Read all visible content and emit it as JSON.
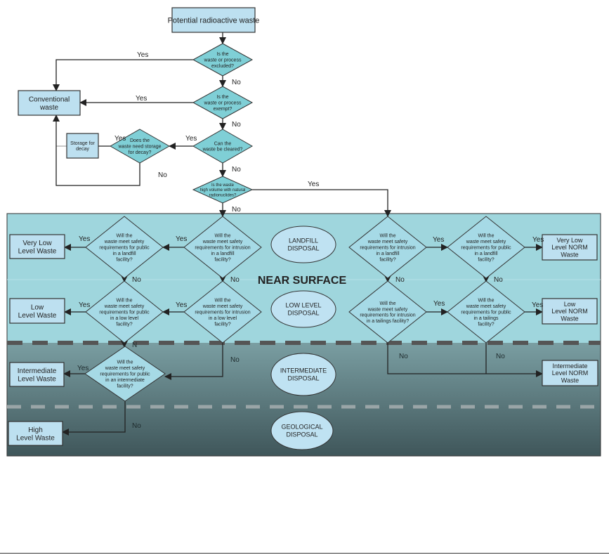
{
  "colors": {
    "near_surface_bg": "#9fd6dd",
    "deep_bg_top": "#7a9ea2",
    "deep_bg_bottom": "#3f565a",
    "diamond_top": "#7fcfd6",
    "diamond_region": "#a6dae6",
    "box_fill": "#bde0f0",
    "ellipse_fill": "#bfe2f2"
  },
  "region_label": "NEAR SURFACE",
  "nodes": {
    "start": [
      "Potential radioactive waste"
    ],
    "d_excluded": [
      "Is the",
      "waste or process",
      "excluded?"
    ],
    "conventional": [
      "Conventional",
      "waste"
    ],
    "d_exempt": [
      "Is the",
      "waste or process",
      "exempt?"
    ],
    "d_cleared": [
      "Can the",
      "waste be cleared?"
    ],
    "d_decay": [
      "Does the",
      "waste need storage",
      "for decay?"
    ],
    "storage": [
      "Storage for",
      "decay"
    ],
    "d_norm": [
      "Is the waste",
      "high volume with natural",
      "radionuclides?"
    ],
    "d_int_landfill": [
      "Will the",
      "waste meet safety",
      "requirements for intrusion",
      "in a landfill",
      "facility?"
    ],
    "d_pub_landfill": [
      "Will the",
      "waste meet safety",
      "requirements for public",
      "in a landfill",
      "facility?"
    ],
    "vllw": [
      "Very Low",
      "Level Waste"
    ],
    "d_int_low": [
      "Will the",
      "waste meet safety",
      "requirements for intrusion",
      "in a low level",
      "facility?"
    ],
    "d_pub_low": [
      "Will the",
      "waste meet safety",
      "requirements for public",
      "in a low level",
      "facility?"
    ],
    "llw": [
      "Low",
      "Level Waste"
    ],
    "d_pub_int": [
      "Will the",
      "waste meet safety",
      "requirements for public",
      "in an intermediate",
      "facility?"
    ],
    "ilw": [
      "Intermediate",
      "Level Waste"
    ],
    "hlw": [
      "High",
      "Level Waste"
    ],
    "n_int_landfill": [
      "Will the",
      "waste meet safety",
      "requirements for intrusion",
      "in a landfill",
      "facility?"
    ],
    "n_pub_landfill": [
      "Will the",
      "waste meet safety",
      "requirements for public",
      "in a landfill",
      "facility?"
    ],
    "n_vll": [
      "Very Low",
      "Level NORM",
      "Waste"
    ],
    "n_int_tail": [
      "Will the",
      "waste meet safety",
      "requirements for intrusion",
      "in a tailings facility?"
    ],
    "n_pub_tail": [
      "Will the",
      "waste meet safety",
      "requirements for public",
      "in a tailings",
      "facility?"
    ],
    "n_ll": [
      "Low",
      "Level NORM",
      "Waste"
    ],
    "n_il": [
      "Intermediate",
      "Level NORM",
      "Waste"
    ],
    "e_landfill": [
      "LANDFILL",
      "DISPOSAL"
    ],
    "e_low": [
      "LOW LEVEL",
      "DISPOSAL"
    ],
    "e_int": [
      "INTERMEDIATE",
      "DISPOSAL"
    ],
    "e_geo": [
      "GEOLOGICAL",
      "DISPOSAL"
    ]
  },
  "edges": [
    {
      "from": "start",
      "to": "d_excluded",
      "label": ""
    },
    {
      "from": "d_excluded",
      "to": "conventional",
      "label": "Yes"
    },
    {
      "from": "d_excluded",
      "to": "d_exempt",
      "label": "No"
    },
    {
      "from": "d_exempt",
      "to": "conventional",
      "label": "Yes"
    },
    {
      "from": "d_exempt",
      "to": "d_cleared",
      "label": "No"
    },
    {
      "from": "d_cleared",
      "to": "d_decay",
      "label": "Yes"
    },
    {
      "from": "d_cleared",
      "to": "d_norm",
      "label": "No"
    },
    {
      "from": "d_decay",
      "to": "storage",
      "label": "Yes"
    },
    {
      "from": "storage",
      "to": "conventional",
      "label": ""
    },
    {
      "from": "d_decay",
      "to": "conventional",
      "label": "No"
    },
    {
      "from": "d_norm",
      "to": "n_int_landfill",
      "label": "Yes"
    },
    {
      "from": "d_norm",
      "to": "d_int_landfill",
      "label": "No"
    },
    {
      "from": "d_int_landfill",
      "to": "d_pub_landfill",
      "label": "Yes"
    },
    {
      "from": "d_pub_landfill",
      "to": "vllw",
      "label": "Yes"
    },
    {
      "from": "d_int_landfill",
      "to": "d_int_low",
      "label": "No"
    },
    {
      "from": "d_pub_landfill",
      "to": "d_pub_low",
      "label": "No"
    },
    {
      "from": "d_int_low",
      "to": "d_pub_low",
      "label": "Yes"
    },
    {
      "from": "d_pub_low",
      "to": "llw",
      "label": "Yes"
    },
    {
      "from": "d_pub_low",
      "to": "d_pub_int",
      "label": "N"
    },
    {
      "from": "d_int_low",
      "to": "d_pub_int",
      "label": "No"
    },
    {
      "from": "d_pub_int",
      "to": "ilw",
      "label": "Yes"
    },
    {
      "from": "d_pub_int",
      "to": "hlw",
      "label": "No"
    },
    {
      "from": "n_int_landfill",
      "to": "n_pub_landfill",
      "label": "Yes"
    },
    {
      "from": "n_pub_landfill",
      "to": "n_vll",
      "label": "Yes"
    },
    {
      "from": "n_int_landfill",
      "to": "n_int_tail",
      "label": "No"
    },
    {
      "from": "n_pub_landfill",
      "to": "n_pub_tail",
      "label": "No"
    },
    {
      "from": "n_int_tail",
      "to": "n_pub_tail",
      "label": "Yes"
    },
    {
      "from": "n_pub_tail",
      "to": "n_ll",
      "label": "Yes"
    },
    {
      "from": "n_int_tail",
      "to": "n_il",
      "label": "No"
    },
    {
      "from": "n_pub_tail",
      "to": "n_il",
      "label": "No"
    }
  ]
}
